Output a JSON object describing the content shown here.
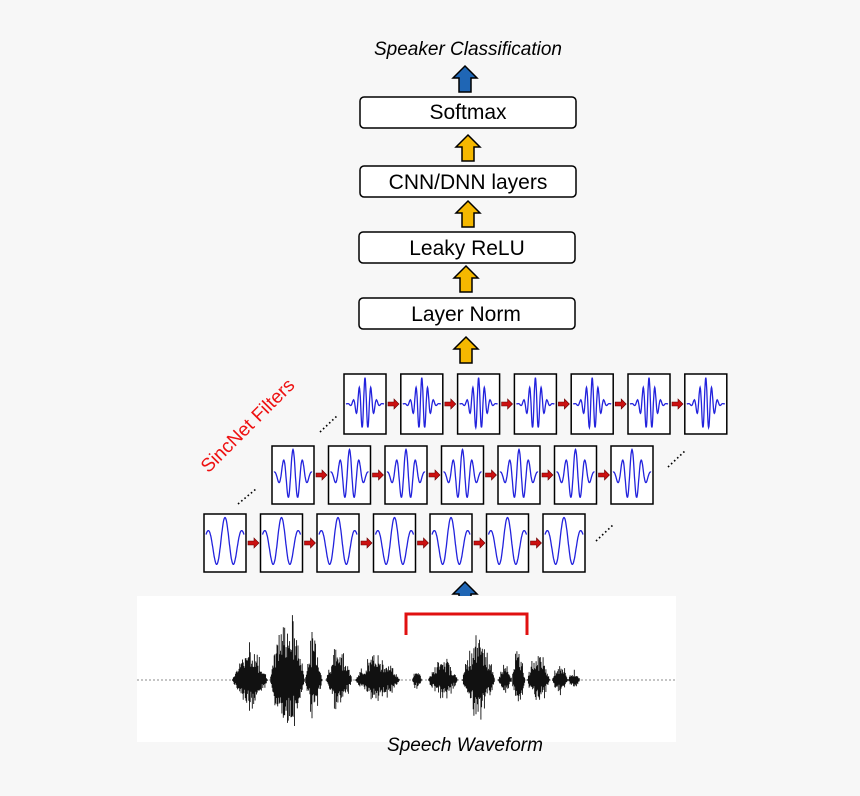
{
  "top_caption": "Speaker Classification",
  "bottom_caption": "Speech Waveform",
  "filters_label": "SincNet Filters",
  "layers": [
    "Softmax",
    "CNN/DNN layers",
    "Leaky ReLU",
    "Layer Norm"
  ],
  "filter_rows": [
    {
      "count": 7,
      "waveform": "wide"
    },
    {
      "count": 7,
      "waveform": "medium"
    },
    {
      "count": 7,
      "waveform": "narrow"
    }
  ],
  "colors": {
    "background": "#f7f7f7",
    "box_fill": "#ffffff",
    "box_stroke": "#000000",
    "arrow_blue": "#1f66b5",
    "arrow_yellow": "#f5b800",
    "filter_wave": "#2222dd",
    "filter_arrow": "#cc1111",
    "bracket": "#e01010",
    "filters_label": "#ee1111",
    "waveform": "#111111"
  },
  "icons": {
    "output_arrow": "up-arrow-icon",
    "layer_arrow": "up-arrow-icon",
    "filter_link": "right-arrow-icon"
  }
}
